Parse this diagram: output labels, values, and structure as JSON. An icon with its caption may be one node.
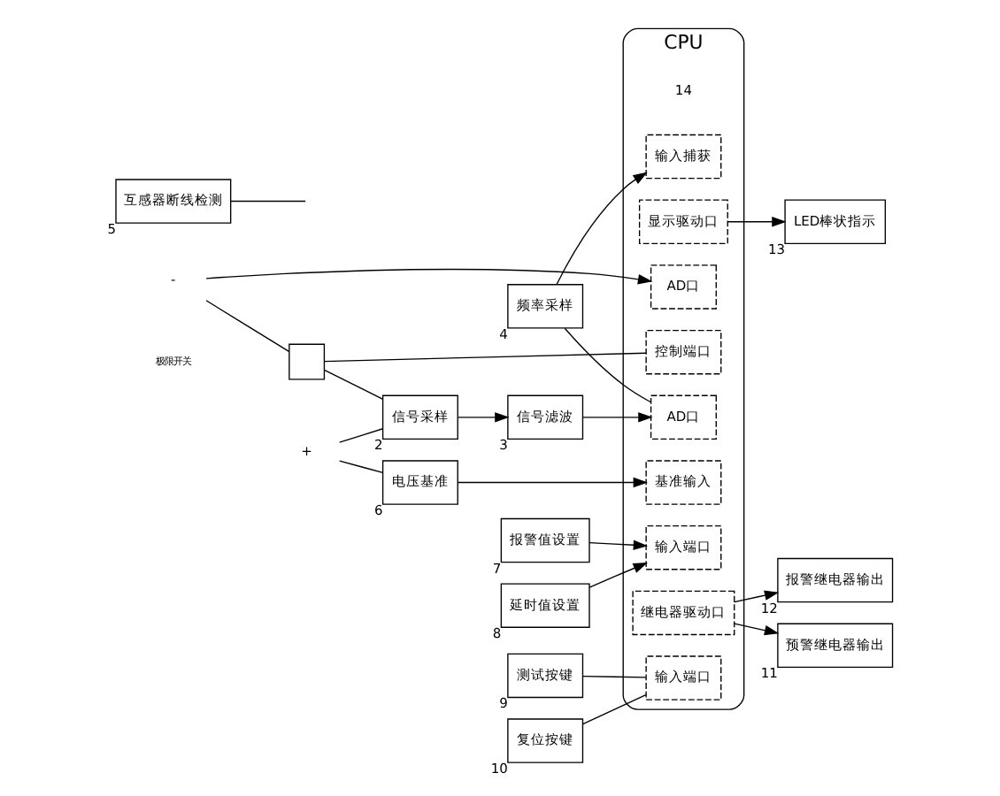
{
  "diagram": {
    "nodes": [
      {
        "text": [
          "CPU"
        ],
        "beside": [
          "14"
        ]
      },
      {
        "text": [
          "输入捕获"
        ],
        "in": 0
      },
      {
        "text": [
          "显示驱动口"
        ],
        "in": 0
      },
      {
        "text": [
          "AD口"
        ],
        "in": 0
      },
      {
        "text": [
          "控制端口"
        ],
        "in": 0
      },
      {
        "text": [
          "AD口"
        ],
        "in": 0
      },
      {
        "text": [
          "基准输入"
        ],
        "in": 0
      },
      {
        "text": [
          "输入端口"
        ],
        "in": 0
      },
      {
        "text": [
          "继电器驱动口"
        ],
        "in": 0
      },
      {
        "text": [
          "输入端口"
        ],
        "in": 0
      },
      {
        "text": [
          "频率采样"
        ],
        "beside": [
          "4"
        ]
      },
      {
        "text": [
          "信号采样"
        ],
        "beside": [
          "2"
        ]
      },
      {
        "text": [
          "信号滤波"
        ],
        "beside": [
          "3"
        ]
      },
      {
        "text": [
          "LED棒状指示"
        ],
        "beside": [
          "13"
        ]
      },
      {
        "text": [
          "报警继电器输出"
        ],
        "beside": [
          "12"
        ]
      },
      {
        "text": [
          "预警继电器输出"
        ],
        "beside": [
          "11"
        ]
      },
      {
        "text": [
          "电压基准"
        ],
        "beside": [
          "6"
        ]
      },
      {
        "text": [
          "报警值设置"
        ],
        "beside": [
          "7"
        ]
      },
      {
        "text": [
          "延时值设置"
        ],
        "beside": [
          "8"
        ]
      },
      {
        "text": [
          "测试按键"
        ],
        "beside": [
          "9"
        ]
      },
      {
        "text": [
          "复位按键"
        ],
        "beside": [
          "10"
        ]
      },
      {
        "text": [
          "互感器断线检测"
        ],
        "beside": [
          "5"
        ]
      },
      {
        "text": [],
        "shape": "box"
      },
      {
        "text": [
          "+"
        ]
      },
      {
        "text": [
          "-"
        ]
      }
    ],
    "edges": [
      {
        "from": 23,
        "to": 11,
        "arrow": "none"
      },
      {
        "from": 24,
        "to": 22,
        "arrow": "none"
      },
      {
        "from": 22,
        "to": 11,
        "arrow": "none"
      },
      {
        "from": 11,
        "to": 12,
        "arrow": "to"
      },
      {
        "from": 12,
        "to": 3,
        "arrow": "to"
      },
      {
        "from": 10,
        "to": 3,
        "arrow": "none"
      },
      {
        "from": 10,
        "to": 1,
        "arrow": "to"
      },
      {
        "from": 22,
        "to": 4,
        "arrow": "none"
      },
      {
        "from": 24,
        "to": 5,
        "arrow": "to"
      },
      {
        "from": 23,
        "to": 16,
        "arrow": "none"
      },
      {
        "from": 16,
        "to": 6,
        "arrow": "to"
      },
      {
        "from": 21,
        "to": null,
        "arrow": "none"
      },
      {
        "from": 17,
        "to": 7,
        "arrow": "to"
      },
      {
        "from": 18,
        "to": 7,
        "arrow": "to"
      },
      {
        "from": 19,
        "to": 9,
        "arrow": "none"
      },
      {
        "from": 20,
        "to": 9,
        "arrow": "none"
      },
      {
        "from": 2,
        "to": 13,
        "arrow": "to"
      },
      {
        "from": 8,
        "to": 14,
        "arrow": "to"
      },
      {
        "from": 8,
        "to": 15,
        "arrow": "to"
      }
    ],
    "labels": [
      "极限开关"
    ]
  }
}
